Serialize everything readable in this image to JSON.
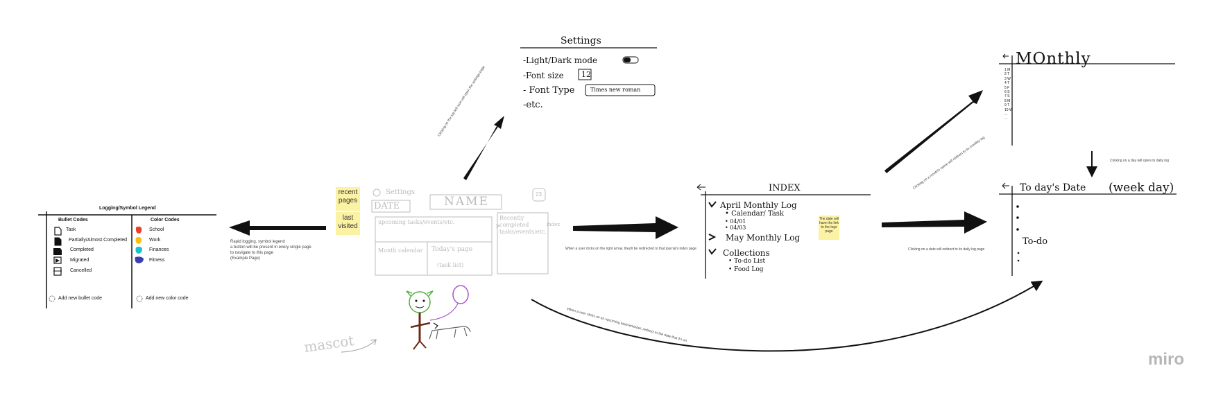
{
  "legend": {
    "title": "Logging/Symbol Legend",
    "bullet_header": "Bullet Codes",
    "bullets": [
      "Task",
      "Partially/Almost Completed",
      "Completed",
      "Migrated",
      "Cancelled"
    ],
    "add_bullet": "Add new bullet code",
    "color_header": "Color Codes",
    "colors": [
      {
        "label": "School",
        "color": "#e8402f"
      },
      {
        "label": "Work",
        "color": "#f6c20f"
      },
      {
        "label": "Finances",
        "color": "#19c3c9"
      },
      {
        "label": "Fitness",
        "color": "#3a3fb0"
      }
    ],
    "add_color": "Add new color code"
  },
  "legend_note": [
    "Rapid logging, symbol legend",
    "a button will be present in every single page",
    "to navigate to this page",
    "(Example Page)"
  ],
  "stickies": {
    "recent": "recent pages",
    "last": "last visited"
  },
  "home": {
    "settings": "Settings",
    "date": "DATE",
    "name": "NAME",
    "day": "23",
    "upcoming": "upcoming tasks/events/etc.",
    "recent": "Recently completed tasks/events/etc.",
    "monthly": "Month calendar",
    "today": "Today's page",
    "today_sub": "(task list)",
    "index_link": "index"
  },
  "mascot": "mascot",
  "settings_page": {
    "title": "Settings",
    "items": [
      "-Light/Dark mode",
      "-Font size",
      "- Font Type",
      "-etc."
    ],
    "font_size": "12",
    "font_type": "Times new roman"
  },
  "notes": {
    "settings_arrow": "Clicking on the top-left icon will open the settings page",
    "index_arrow": "When a user clicks on the right arrow, they'll be redirected to that journal's index page",
    "monthly_arrow": "Clicking on a month's name will redirect to its monthly log",
    "daily_arrow": "Clicking on a date will redirect to its daily log page",
    "day_open": "Clicking on a day will open its daily log",
    "curve_arrow": "When a user clicks on an upcoming task/reminder, redirect to the date that it's on"
  },
  "index_page": {
    "title": "INDEX",
    "april": "April Monthly Log",
    "april_items": [
      "Calendar/ Task",
      "04/01",
      "04/03"
    ],
    "may": "May Monthly Log",
    "collections": "Collections",
    "collection_items": [
      "To-do List",
      "Food Log"
    ],
    "sticky": "The date will have the link to the logs page"
  },
  "monthly_page": {
    "title": "MOnthly",
    "days": [
      "1 M",
      "2 T",
      "3 W",
      "4 T",
      "5 F",
      "6 S",
      "7 S",
      "8 M",
      "9 T",
      "10 W",
      "...",
      "..."
    ]
  },
  "daily_page": {
    "title": "To day's Date",
    "subtitle": "(week day)",
    "todo": "To-do"
  },
  "brand": "miro"
}
